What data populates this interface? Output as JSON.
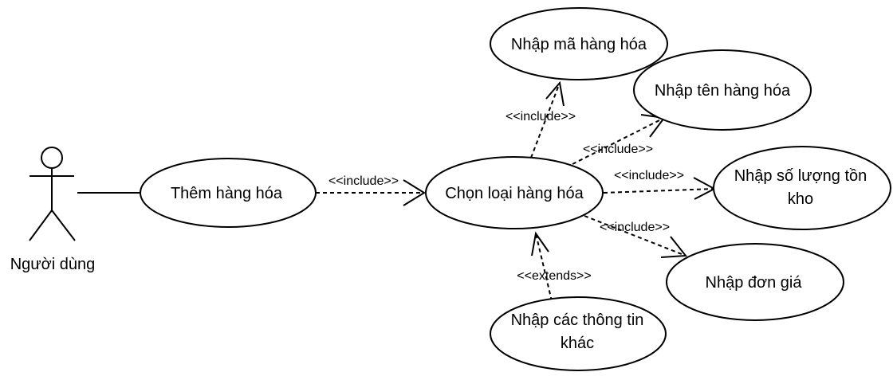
{
  "actor": {
    "label": "Người dùng"
  },
  "use_cases": {
    "them_hang_hoa": "Thêm hàng hóa",
    "chon_loai_hang_hoa": "Chọn loại hàng hóa",
    "nhap_ma_hang_hoa": "Nhập mã hàng hóa",
    "nhap_ten_hang_hoa": "Nhập tên hàng hóa",
    "nhap_so_luong_ton_kho_line1": "Nhập số lượng tồn",
    "nhap_so_luong_ton_kho_line2": "kho",
    "nhap_don_gia": "Nhập đơn giá",
    "nhap_cac_thong_tin_khac_line1": "Nhập các thông tin",
    "nhap_cac_thong_tin_khac_line2": "khác"
  },
  "relations": {
    "include_them_chon": "<<include>>",
    "include_chon_ma": "<<include>>",
    "include_chon_ten": "<<include>>",
    "include_chon_soluong": "<<include>>",
    "include_chon_dongia": "<<include>>",
    "extends_khac_chon": "<<extends>>"
  }
}
